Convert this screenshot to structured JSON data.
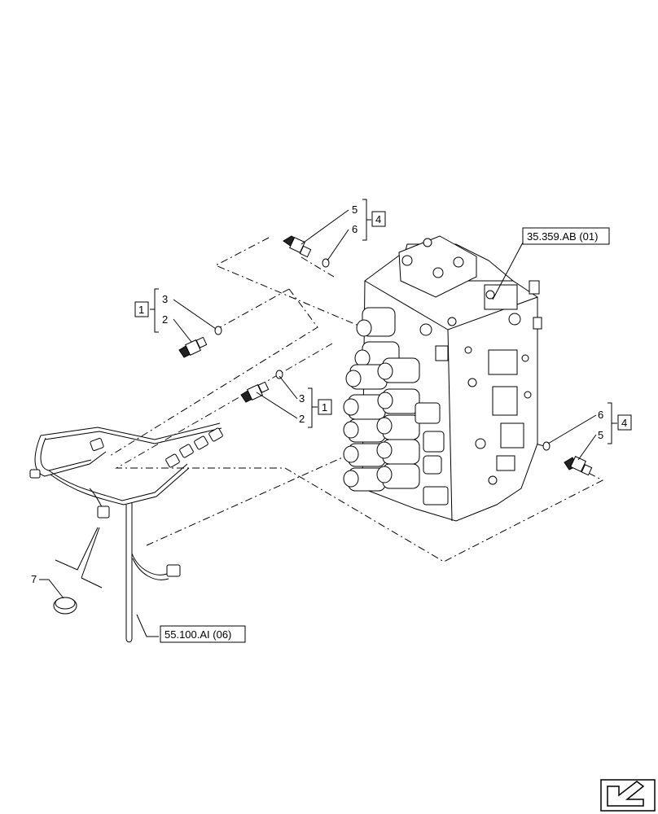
{
  "callouts": {
    "top_group": {
      "item_a": "5",
      "item_b": "6",
      "box": "4"
    },
    "left_group": {
      "item_a": "3",
      "item_b": "2",
      "box": "1"
    },
    "mid_group": {
      "item_a": "3",
      "item_b": "2",
      "box": "1"
    },
    "right_group": {
      "item_a": "6",
      "item_b": "5",
      "box": "4"
    },
    "clip_item": "7"
  },
  "references": {
    "valve_ref": "35.359.AB (01)",
    "harness_ref": "55.100.AI (06)"
  },
  "icons": {
    "nav_arrow": "nav-arrow-icon"
  }
}
